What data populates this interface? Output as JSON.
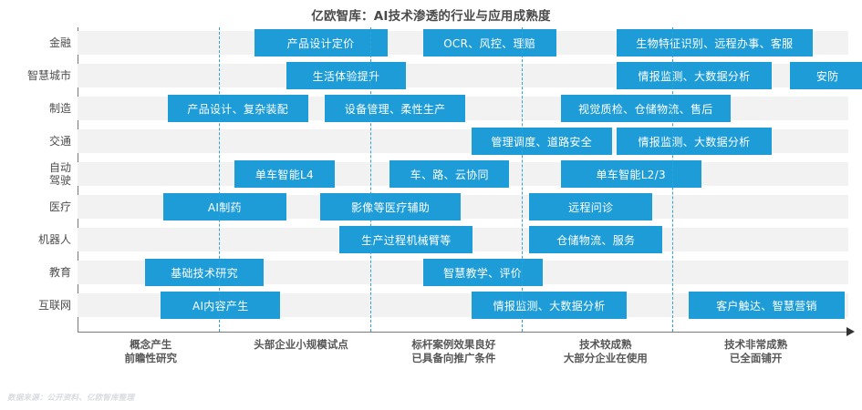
{
  "chart_data": {
    "type": "table",
    "title": "亿欧智库：AI技术渗透的行业与应用成熟度",
    "xlabel": "",
    "ylabel": "",
    "source_note": "数据来源：公开资料、亿欧智库整理",
    "accent_color": "#1d9cd8",
    "band_color": "#f2f2f2",
    "gridline_color": "#2da3db",
    "axis_color": "#7a7a7a",
    "grid": true,
    "legend": "none",
    "maturity_stages": [
      {
        "id": "stage-1",
        "line1": "概念产生",
        "line2": "前瞻性研究",
        "center_pct": 9.5
      },
      {
        "id": "stage-2",
        "line1": "头部企业小规模试点",
        "line2": "",
        "center_pct": 29.0
      },
      {
        "id": "stage-3",
        "line1": "标杆案例效果良好",
        "line2": "已具备向推广条件",
        "center_pct": 48.8
      },
      {
        "id": "stage-4",
        "line1": "技术较成熟",
        "line2": "大部分企业在使用",
        "center_pct": 68.5
      },
      {
        "id": "stage-5",
        "line1": "技术非常成熟",
        "line2": "已全面铺开",
        "center_pct": 88.0
      }
    ],
    "gridline_positions_pct": [
      18.4,
      38.0,
      57.6,
      77.2
    ],
    "categories": [
      "金融",
      "智慧城市",
      "制造",
      "交通",
      "自动驾驶",
      "医疗",
      "机器人",
      "教育",
      "互联网"
    ],
    "rows": [
      {
        "label": "金融",
        "label_line1": "金融",
        "label_line2": "",
        "items": [
          {
            "text": "产品设计定价",
            "start_pct": 22.9,
            "width_pct": 17.3
          },
          {
            "text": "OCR、风控、理赔",
            "start_pct": 44.8,
            "width_pct": 17.3
          },
          {
            "text": "生物特征识别、远程办事、客服",
            "start_pct": 69.9,
            "width_pct": 25.5
          }
        ]
      },
      {
        "label": "智慧城市",
        "label_line1": "智慧城市",
        "label_line2": "",
        "items": [
          {
            "text": "生活体验提升",
            "start_pct": 27.1,
            "width_pct": 15.5
          },
          {
            "text": "情报监测、大数据分析",
            "start_pct": 69.9,
            "width_pct": 20.2
          },
          {
            "text": "安防",
            "start_pct": 92.4,
            "width_pct": 9.8
          }
        ]
      },
      {
        "label": "制造",
        "label_line1": "制造",
        "label_line2": "",
        "items": [
          {
            "text": "产品设计、复杂装配",
            "start_pct": 11.7,
            "width_pct": 18.2
          },
          {
            "text": "设备管理、柔性生产",
            "start_pct": 32.1,
            "width_pct": 18.2
          },
          {
            "text": "视觉质检、仓储物流、售后",
            "start_pct": 62.7,
            "width_pct": 22.0
          }
        ]
      },
      {
        "label": "交通",
        "label_line1": "交通",
        "label_line2": "",
        "items": [
          {
            "text": "管理调度、道路安全",
            "start_pct": 51.1,
            "width_pct": 18.2
          },
          {
            "text": "情报监测、大数据分析",
            "start_pct": 69.9,
            "width_pct": 20.2
          }
        ]
      },
      {
        "label": "自动驾驶",
        "label_line1": "自动",
        "label_line2": "驾驶",
        "items": [
          {
            "text": "单车智能L4",
            "start_pct": 20.3,
            "width_pct": 13.1
          },
          {
            "text": "车、路、云协同",
            "start_pct": 40.5,
            "width_pct": 15.5
          },
          {
            "text": "单车智能L2/3",
            "start_pct": 62.7,
            "width_pct": 18.2
          }
        ]
      },
      {
        "label": "医疗",
        "label_line1": "医疗",
        "label_line2": "",
        "items": [
          {
            "text": "AI制药",
            "start_pct": 11.1,
            "width_pct": 16.0
          },
          {
            "text": "影像等医疗辅助",
            "start_pct": 31.5,
            "width_pct": 18.2
          },
          {
            "text": "远程问诊",
            "start_pct": 58.6,
            "width_pct": 16.0
          }
        ]
      },
      {
        "label": "机器人",
        "label_line1": "机器人",
        "label_line2": "",
        "items": [
          {
            "text": "生产过程机械臂等",
            "start_pct": 34.0,
            "width_pct": 17.3
          },
          {
            "text": "仓储物流、服务",
            "start_pct": 58.6,
            "width_pct": 17.3
          }
        ]
      },
      {
        "label": "教育",
        "label_line1": "教育",
        "label_line2": "",
        "items": [
          {
            "text": "基础技术研究",
            "start_pct": 8.7,
            "width_pct": 15.5
          },
          {
            "text": "智慧教学、评价",
            "start_pct": 44.8,
            "width_pct": 15.5
          }
        ]
      },
      {
        "label": "互联网",
        "label_line1": "互联网",
        "label_line2": "",
        "items": [
          {
            "text": "AI内容产生",
            "start_pct": 10.8,
            "width_pct": 15.5
          },
          {
            "text": "情报监测、大数据分析",
            "start_pct": 51.1,
            "width_pct": 20.2
          },
          {
            "text": "客户触达、智慧营销",
            "start_pct": 79.3,
            "width_pct": 20.2
          }
        ]
      }
    ]
  }
}
